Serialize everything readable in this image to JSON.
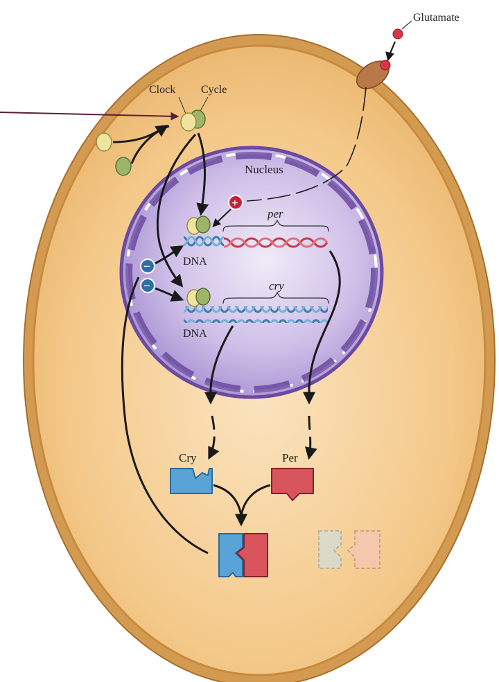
{
  "labels": {
    "glutamate": "Glutamate",
    "clock": "Clock",
    "cycle": "Cycle",
    "nucleus": "Nucleus",
    "per_gene": "per",
    "cry_gene": "cry",
    "dna_upper": "DNA",
    "dna_lower": "DNA",
    "cry_protein": "Cry",
    "per_protein": "Per"
  },
  "signs": {
    "activation": "+",
    "inhibition": "−"
  },
  "colors": {
    "cell_fill": "#f4c98a",
    "cell_rim": "#c98a3c",
    "nucleus_fill": "#c9b6e4",
    "nucleus_rim": "#7a5aa8",
    "clock_protein": "#efe3a0",
    "cycle_protein": "#9db46a",
    "cry_protein": "#5aa3d6",
    "per_protein": "#d9555e",
    "glutamate": "#d8344a",
    "receptor": "#b8784a",
    "dna_blue": "#3a7fae",
    "dna_red": "#c43a4a",
    "external_arrow": "#5a1f3a"
  }
}
